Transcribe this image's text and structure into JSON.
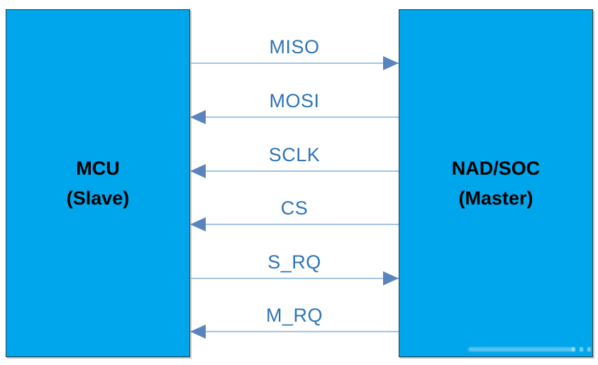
{
  "colors": {
    "box_fill": "#00A6EC",
    "box_border": "#35393d",
    "label_color": "#2E75B6",
    "line_color": "#A3C4E6",
    "arrowhead_color": "#5B84BE",
    "node_text_color": "#000000",
    "bg": "#ffffff"
  },
  "left_box": {
    "title": "MCU",
    "subtitle": "(Slave)"
  },
  "right_box": {
    "title": "NAD/SOC",
    "subtitle": "(Master)"
  },
  "signals": [
    {
      "label": "MISO",
      "direction": "right"
    },
    {
      "label": "MOSI",
      "direction": "left"
    },
    {
      "label": "SCLK",
      "direction": "left"
    },
    {
      "label": "CS",
      "direction": "left"
    },
    {
      "label": "S_RQ",
      "direction": "right"
    },
    {
      "label": "M_RQ",
      "direction": "left"
    }
  ]
}
